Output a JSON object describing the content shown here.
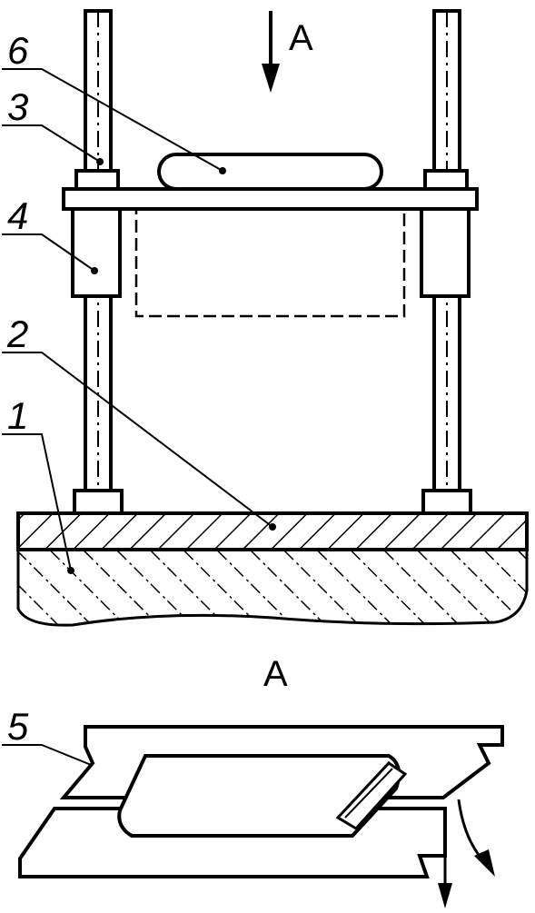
{
  "labels": {
    "l1": "1",
    "l2": "2",
    "l3": "3",
    "l4": "4",
    "l5": "5",
    "l6": "6"
  },
  "view_markers": {
    "arrow_letter": "A",
    "section_title": "A"
  },
  "colors": {
    "ink": "#000000",
    "paper": "#ffffff"
  }
}
